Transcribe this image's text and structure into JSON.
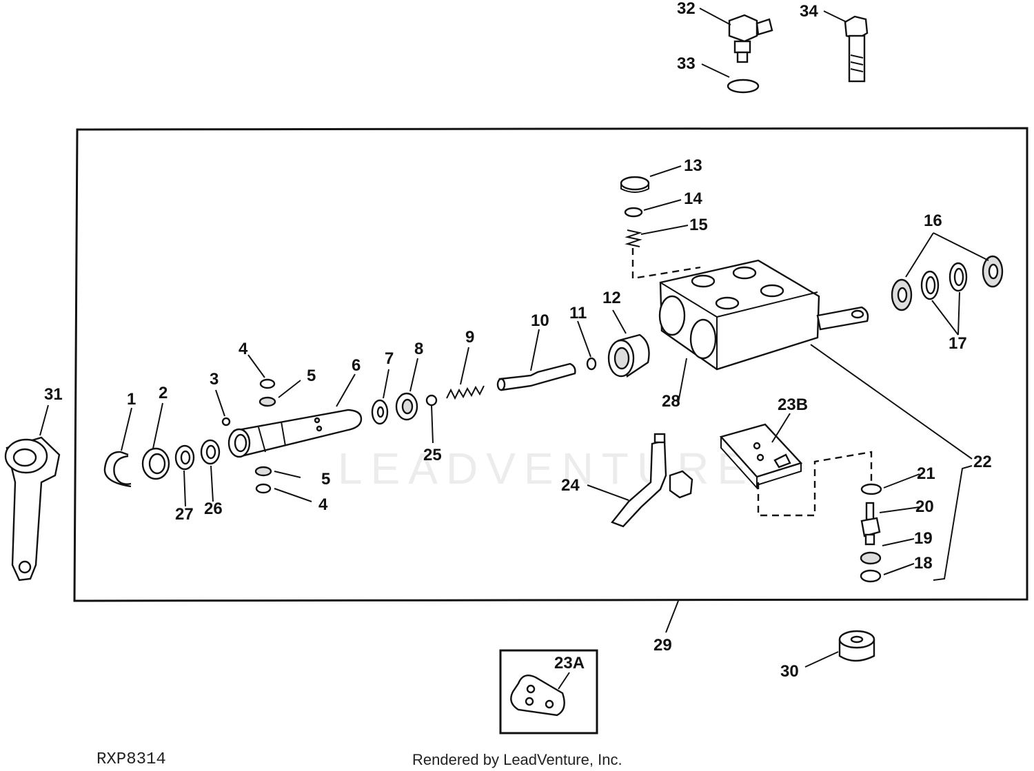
{
  "diagram": {
    "figure_ref": "RXP8314",
    "credit": "Rendered by LeadVenture, Inc.",
    "watermark": "LEADVENTURE",
    "callouts": {
      "c1": "1",
      "c2": "2",
      "c3": "3",
      "c4a": "4",
      "c4b": "4",
      "c5a": "5",
      "c5b": "5",
      "c6": "6",
      "c7": "7",
      "c8": "8",
      "c9": "9",
      "c10": "10",
      "c11": "11",
      "c12": "12",
      "c13": "13",
      "c14": "14",
      "c15": "15",
      "c16": "16",
      "c17": "17",
      "c18": "18",
      "c19": "19",
      "c20": "20",
      "c21": "21",
      "c22": "22",
      "c23a": "23A",
      "c23b": "23B",
      "c24": "24",
      "c25": "25",
      "c26": "26",
      "c27": "27",
      "c28": "28",
      "c29": "29",
      "c30": "30",
      "c31": "31",
      "c32": "32",
      "c33": "33",
      "c34": "34"
    }
  }
}
